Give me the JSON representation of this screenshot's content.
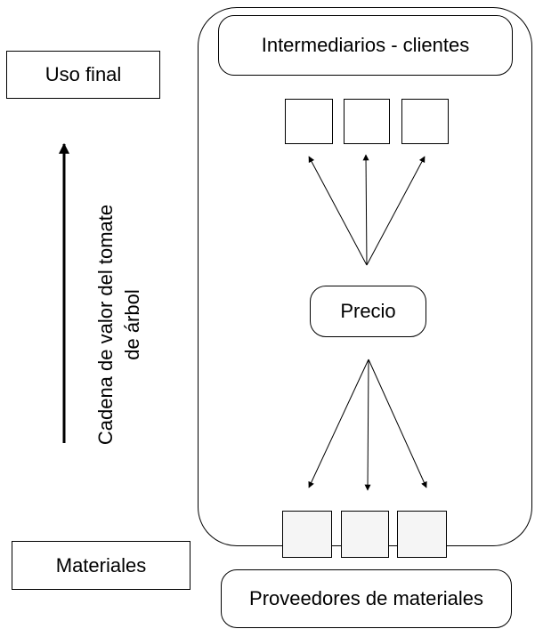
{
  "diagram": {
    "left_labels": {
      "top": "Uso final",
      "bottom": "Materiales"
    },
    "axis_label": {
      "line1": "Cadena de valor del tomate",
      "line2": "de árbol"
    },
    "nodes": {
      "intermediaries": "Intermediarios - clientes",
      "price": "Precio",
      "suppliers": "Proveedores de materiales"
    },
    "edges": [
      {
        "from": "price",
        "to": "intermediary-box-1"
      },
      {
        "from": "price",
        "to": "intermediary-box-2"
      },
      {
        "from": "price",
        "to": "intermediary-box-3"
      },
      {
        "from": "price",
        "to": "supplier-box-1"
      },
      {
        "from": "price",
        "to": "supplier-box-2"
      },
      {
        "from": "price",
        "to": "supplier-box-3"
      }
    ]
  }
}
